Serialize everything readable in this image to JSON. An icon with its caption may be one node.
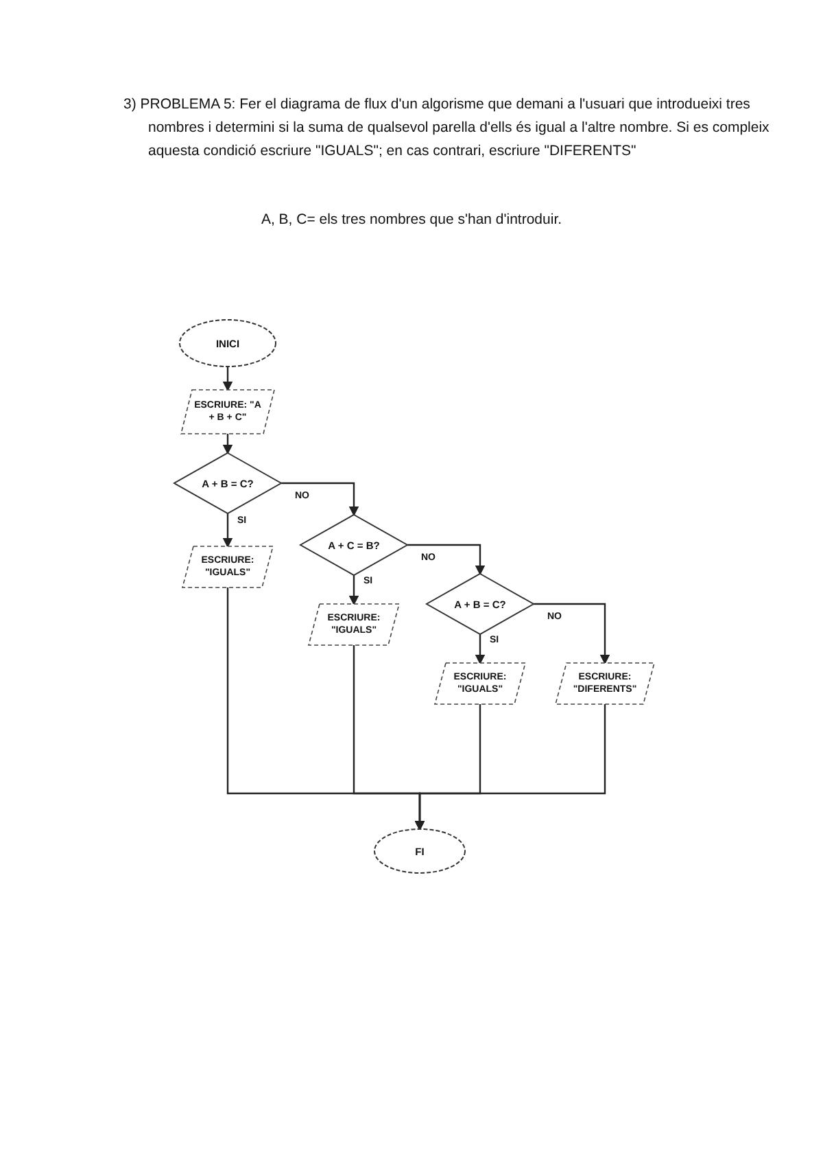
{
  "diagram": {
    "title": "3) PROBLEMA 5: Fer el diagrama de flux d'un algorisme que demani a l'usuari que introdueixi tres nombres i determini si la suma de qualsevol parella d'ells és igual a l'altre nombre. Si es compleix aquesta condició escriure \"IGUALS\"; en cas contrari, escriure \"DIFERENTS\"",
    "nodes": [
      {
        "text": [
          "INICI"
        ]
      },
      {
        "text": [
          "ESCRIURE: \"A + B + C\""
        ]
      },
      {
        "text": [
          "A + B = C?"
        ]
      },
      {
        "text": [
          "ESCRIURE: \"IGUALS\""
        ]
      },
      {
        "text": [
          "A + C = B?"
        ]
      },
      {
        "text": [
          "ESCRIURE: \"IGUALS\""
        ]
      },
      {
        "text": [
          "A + B = C?"
        ]
      },
      {
        "text": [
          "ESCRIURE: \"IGUALS\""
        ]
      },
      {
        "text": [
          "ESCRIURE: \"DIFERENTS\""
        ]
      },
      {
        "text": [
          "FI"
        ]
      }
    ],
    "edges": [
      {
        "from": 0,
        "to": 1,
        "arrow": "to"
      },
      {
        "from": 1,
        "to": 2,
        "arrow": "to"
      },
      {
        "from": 2,
        "to": 3,
        "arrow": "to",
        "label": "SI"
      },
      {
        "from": 2,
        "to": 4,
        "arrow": "to",
        "label": "NO"
      },
      {
        "from": 4,
        "to": 5,
        "arrow": "to",
        "label": "SI"
      },
      {
        "from": 4,
        "to": 6,
        "arrow": "to",
        "label": "NO"
      },
      {
        "from": 6,
        "to": 7,
        "arrow": "to",
        "label": "SI"
      },
      {
        "from": 6,
        "to": 8,
        "arrow": "to",
        "label": "NO"
      },
      {
        "from": 3,
        "to": 9,
        "arrow": "to"
      },
      {
        "from": 5,
        "to": 9,
        "arrow": "to"
      },
      {
        "from": 7,
        "to": 9,
        "arrow": "to"
      },
      {
        "from": 8,
        "to": 9,
        "arrow": "to"
      }
    ],
    "labels": [
      "A, B, C= els tres nombres que s'han d'introduir."
    ]
  }
}
